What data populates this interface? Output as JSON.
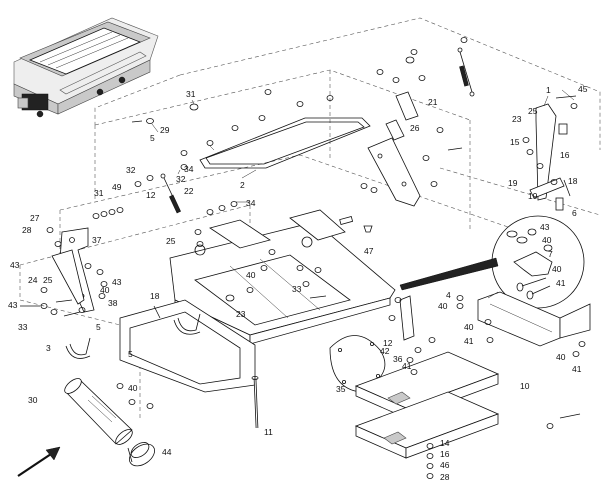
{
  "diagram": {
    "callouts": [
      {
        "id": "c1",
        "text": "1"
      },
      {
        "id": "c2",
        "text": "2"
      },
      {
        "id": "c3",
        "text": "3"
      },
      {
        "id": "c4a",
        "text": "4"
      },
      {
        "id": "c5a",
        "text": "5"
      },
      {
        "id": "c5b",
        "text": "5"
      },
      {
        "id": "c5c",
        "text": "5"
      },
      {
        "id": "c6",
        "text": "6"
      },
      {
        "id": "c7",
        "text": "7"
      },
      {
        "id": "c10",
        "text": "10"
      },
      {
        "id": "c11",
        "text": "11"
      },
      {
        "id": "c12a",
        "text": "12"
      },
      {
        "id": "c12b",
        "text": "12"
      },
      {
        "id": "c14",
        "text": "14"
      },
      {
        "id": "c15",
        "text": "15"
      },
      {
        "id": "c16a",
        "text": "16"
      },
      {
        "id": "c16b",
        "text": "16"
      },
      {
        "id": "c18a",
        "text": "18"
      },
      {
        "id": "c18b",
        "text": "18"
      },
      {
        "id": "c19a",
        "text": "19"
      },
      {
        "id": "c19b",
        "text": "19"
      },
      {
        "id": "c21",
        "text": "21"
      },
      {
        "id": "c22",
        "text": "22"
      },
      {
        "id": "c23a",
        "text": "23"
      },
      {
        "id": "c23b",
        "text": "23"
      },
      {
        "id": "c24",
        "text": "24"
      },
      {
        "id": "c25a",
        "text": "25"
      },
      {
        "id": "c25b",
        "text": "25"
      },
      {
        "id": "c25c",
        "text": "25"
      },
      {
        "id": "c26",
        "text": "26"
      },
      {
        "id": "c27",
        "text": "27"
      },
      {
        "id": "c28a",
        "text": "28"
      },
      {
        "id": "c28b",
        "text": "28"
      },
      {
        "id": "c29",
        "text": "29"
      },
      {
        "id": "c30",
        "text": "30"
      },
      {
        "id": "c31a",
        "text": "31"
      },
      {
        "id": "c31b",
        "text": "31"
      },
      {
        "id": "c32a",
        "text": "32"
      },
      {
        "id": "c32b",
        "text": "32"
      },
      {
        "id": "c33a",
        "text": "33"
      },
      {
        "id": "c33b",
        "text": "33"
      },
      {
        "id": "c34a",
        "text": "34"
      },
      {
        "id": "c34b",
        "text": "34"
      },
      {
        "id": "c35",
        "text": "35"
      },
      {
        "id": "c36",
        "text": "36"
      },
      {
        "id": "c37",
        "text": "37"
      },
      {
        "id": "c38",
        "text": "38"
      },
      {
        "id": "c40a",
        "text": "40"
      },
      {
        "id": "c40b",
        "text": "40"
      },
      {
        "id": "c40c",
        "text": "40"
      },
      {
        "id": "c40d",
        "text": "40"
      },
      {
        "id": "c40e",
        "text": "40"
      },
      {
        "id": "c40f",
        "text": "40"
      },
      {
        "id": "c40g",
        "text": "40"
      },
      {
        "id": "c40h",
        "text": "40"
      },
      {
        "id": "c41a",
        "text": "41"
      },
      {
        "id": "c41b",
        "text": "41"
      },
      {
        "id": "c41c",
        "text": "41"
      },
      {
        "id": "c41d",
        "text": "41"
      },
      {
        "id": "c42",
        "text": "42"
      },
      {
        "id": "c43a",
        "text": "43"
      },
      {
        "id": "c43b",
        "text": "43"
      },
      {
        "id": "c43c",
        "text": "43"
      },
      {
        "id": "c43d",
        "text": "43"
      },
      {
        "id": "c44",
        "text": "44"
      },
      {
        "id": "c45",
        "text": "45"
      },
      {
        "id": "c46",
        "text": "46"
      },
      {
        "id": "c47",
        "text": "47"
      },
      {
        "id": "c49",
        "text": "49"
      }
    ]
  }
}
